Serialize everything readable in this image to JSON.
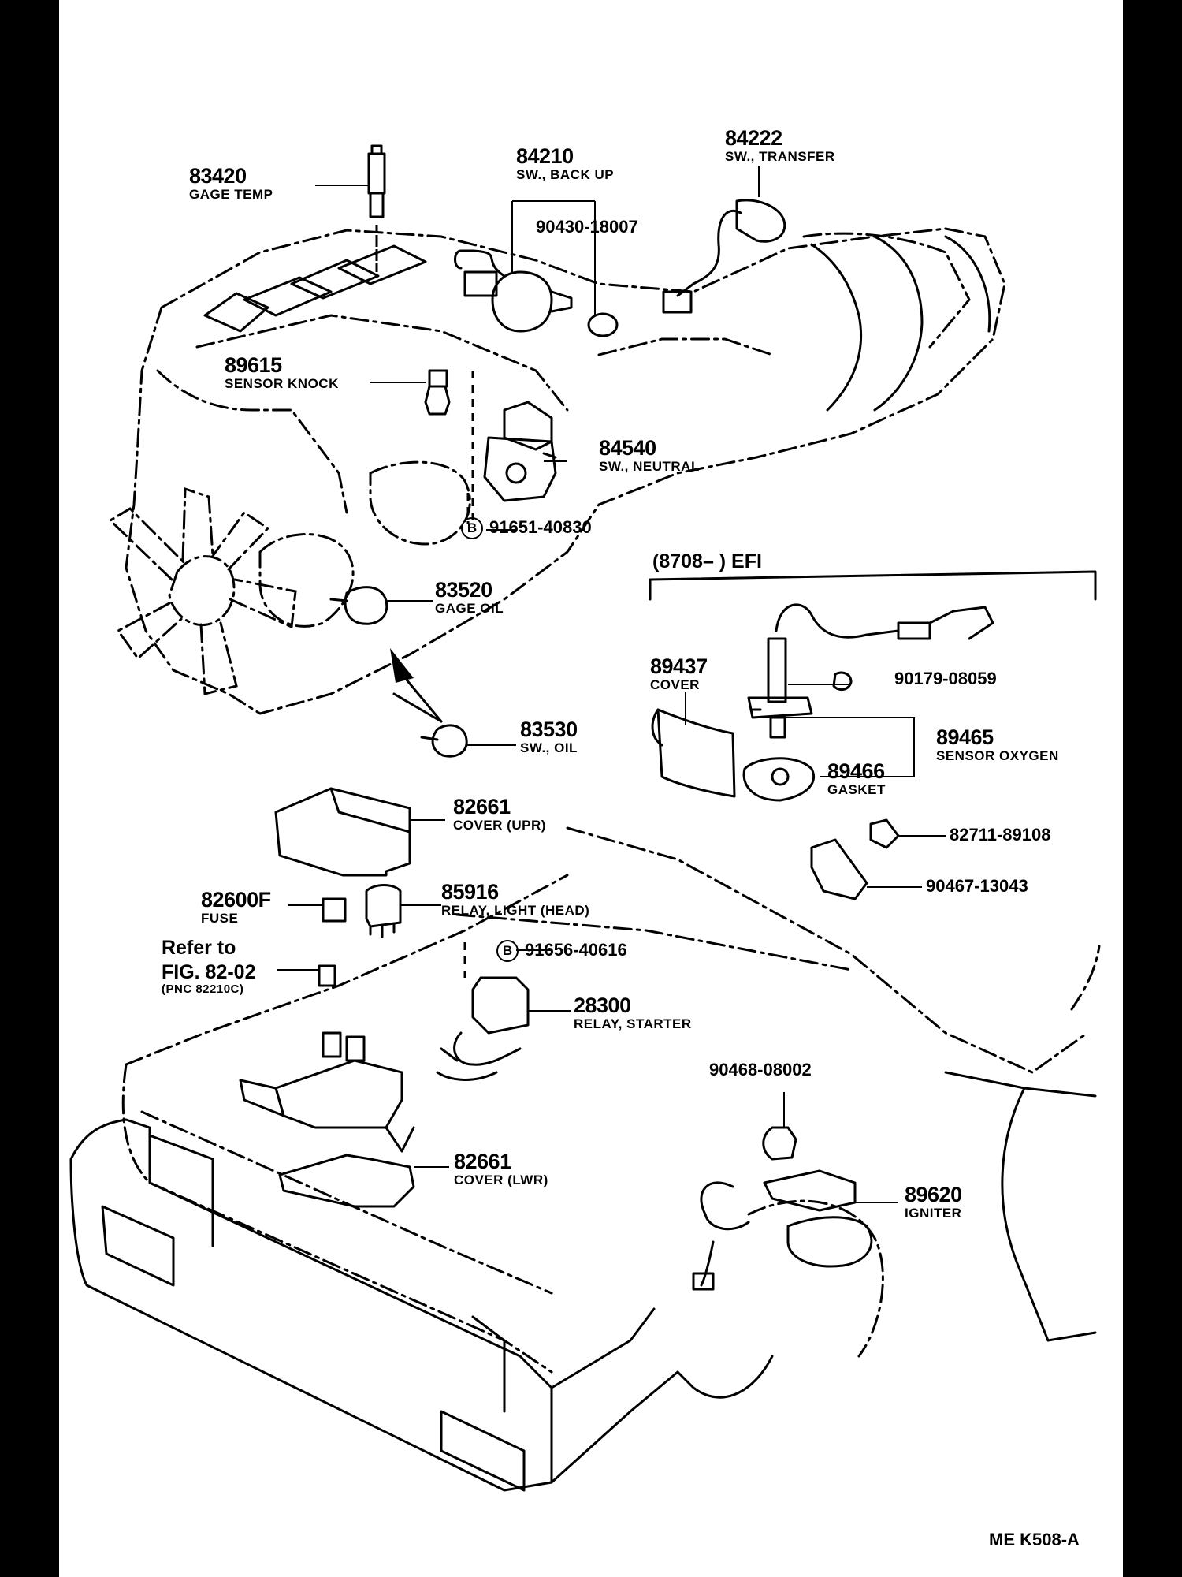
{
  "parts": {
    "p83420": {
      "number": "83420",
      "name": "GAGE TEMP"
    },
    "p84210": {
      "number": "84210",
      "name": "SW., BACK UP"
    },
    "p84222": {
      "number": "84222",
      "name": "SW., TRANSFER"
    },
    "p90430": {
      "number": "90430-18007"
    },
    "p89615": {
      "number": "89615",
      "name": "SENSOR KNOCK"
    },
    "p84540": {
      "number": "84540",
      "name": "SW., NEUTRAL"
    },
    "p91651": {
      "marker": "B",
      "number": "91651-40830"
    },
    "p83520": {
      "number": "83520",
      "name": "GAGE OIL"
    },
    "p83530": {
      "number": "83530",
      "name": "SW., OIL"
    },
    "p89437": {
      "number": "89437",
      "name": "COVER"
    },
    "p90179": {
      "number": "90179-08059"
    },
    "p89465": {
      "number": "89465",
      "name": "SENSOR OXYGEN"
    },
    "p89466": {
      "number": "89466",
      "name": "GASKET"
    },
    "p82711": {
      "number": "82711-89108"
    },
    "p90467": {
      "number": "90467-13043"
    },
    "p82661u": {
      "number": "82661",
      "name": "COVER (UPR)"
    },
    "p82600f": {
      "number": "82600F",
      "name": "FUSE"
    },
    "p85916": {
      "number": "85916",
      "name": "RELAY, LIGHT (HEAD)"
    },
    "p91656": {
      "marker": "B",
      "number": "91656-40616"
    },
    "p28300": {
      "number": "28300",
      "name": "RELAY, STARTER"
    },
    "p90468": {
      "number": "90468-08002"
    },
    "p82661l": {
      "number": "82661",
      "name": "COVER (LWR)"
    },
    "p89620": {
      "number": "89620",
      "name": "IGNITER"
    }
  },
  "efi_group": {
    "label": "(8708–        ) EFI"
  },
  "refer": {
    "line1": "Refer to",
    "line2": "FIG. 82-02",
    "line3": "(PNC 82210C)"
  },
  "footer": {
    "code": "ME  K508-A"
  }
}
